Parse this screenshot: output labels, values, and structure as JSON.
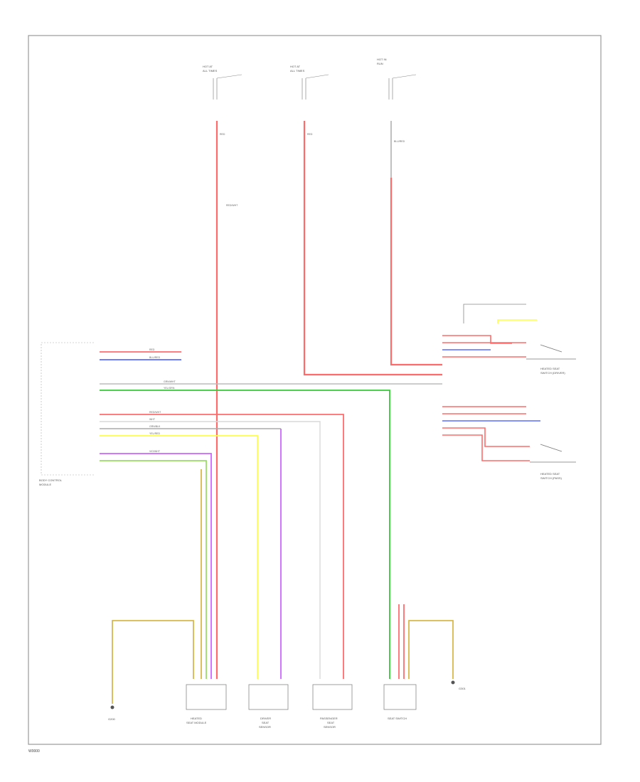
{
  "colors": {
    "red": "#ff6b6b",
    "blue": "#5a6bff",
    "green": "#33cc33",
    "yellow": "#ffff44",
    "violet": "#cc66ff",
    "gray": "#aaaaaa",
    "ochre": "#d9b84a",
    "frame": "#999999"
  },
  "diagram": {
    "top_fuses": [
      {
        "line1": "HOT AT",
        "line2": "ALL TIMES"
      },
      {
        "line1": "HOT AT",
        "line2": "ALL TIMES"
      },
      {
        "line1": "HOT IN",
        "line2": "RUN"
      }
    ],
    "wire_codes": {
      "red": "RED",
      "red_wht": "RED/WHT",
      "blu_red": "BLU/RED",
      "wht": "WHT",
      "grn_wht": "GRN/WHT",
      "yel_grn": "YEL/GRN",
      "grn_blk": "GRN/BLK",
      "yel_red": "YEL/RED",
      "vio_wht": "VIO/WHT"
    },
    "bottom_components": [
      {
        "line1": "HEATED",
        "line2": "SEAT MODULE",
        "line3": ""
      },
      {
        "line1": "DRIVER",
        "line2": "SEAT",
        "line3": "SENSOR"
      },
      {
        "line1": "PASSENGER",
        "line2": "SEAT",
        "line3": "SENSOR"
      },
      {
        "line1": "SEAT SWITCH",
        "line2": "",
        "line3": ""
      }
    ],
    "grounds": [
      {
        "label": "G200"
      },
      {
        "label": "G301"
      }
    ],
    "right_components": [
      {
        "line1": "HEATED SEAT",
        "line2": "SWITCH (DRIVER)"
      },
      {
        "line1": "HEATED SEAT",
        "line2": "SWITCH (PASS)"
      }
    ],
    "left_module": {
      "line1": "BODY CONTROL",
      "line2": "MODULE"
    },
    "page_code": "W0000"
  }
}
